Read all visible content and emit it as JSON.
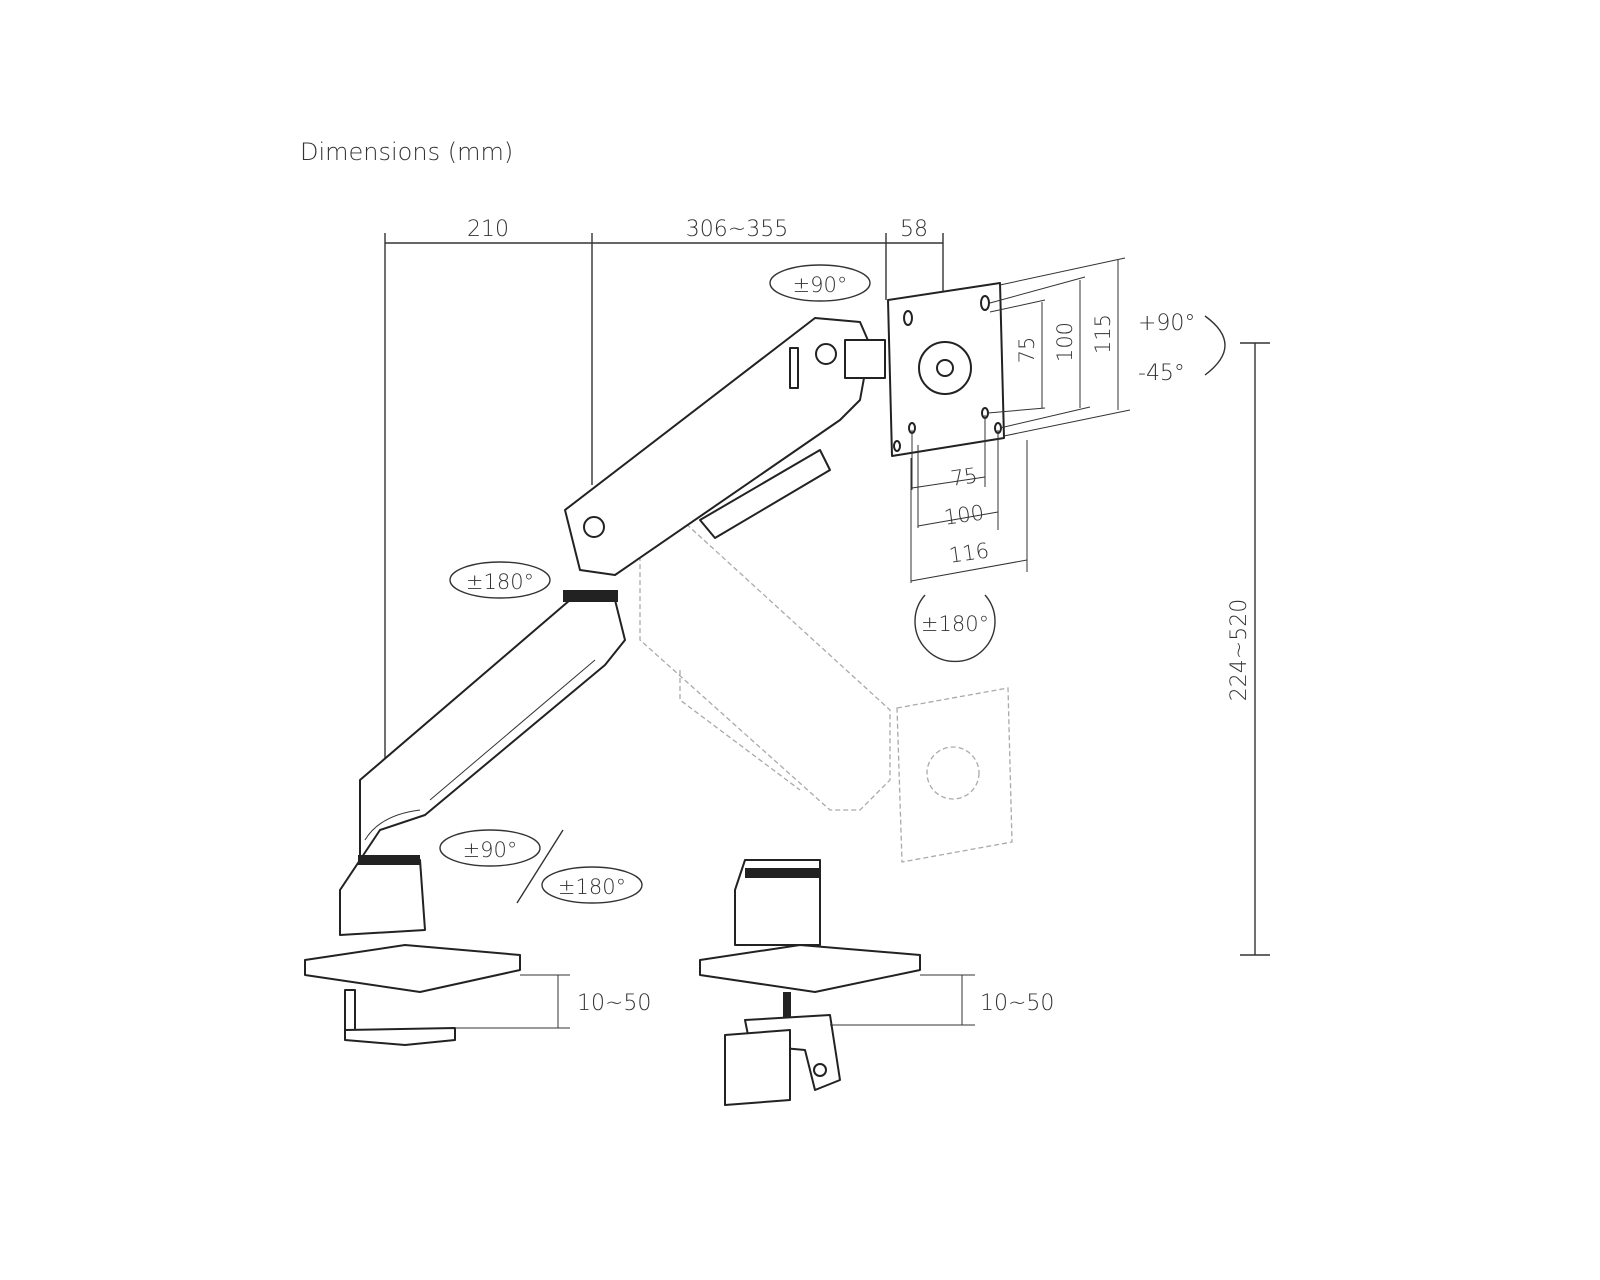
{
  "title": "Dimensions (mm)",
  "horizontal_dimensions": {
    "base_to_elbow": "210",
    "arm_reach": "306~355",
    "head_depth": "58"
  },
  "vesa_vertical": {
    "small": "75",
    "medium": "100",
    "plate": "115"
  },
  "vesa_horizontal": {
    "small": "75",
    "medium": "100",
    "plate": "116"
  },
  "rotations": {
    "head_swivel": "±90°",
    "elbow_swivel": "±180°",
    "plate_rotation": "±180°",
    "tilt_up": "+90°",
    "tilt_down": "-45°",
    "base_swivel_a": "±90°",
    "base_swivel_b": "±180°"
  },
  "height_range": "224~520",
  "desk_thickness": {
    "clamp": "10~50",
    "grommet": "10~50"
  }
}
